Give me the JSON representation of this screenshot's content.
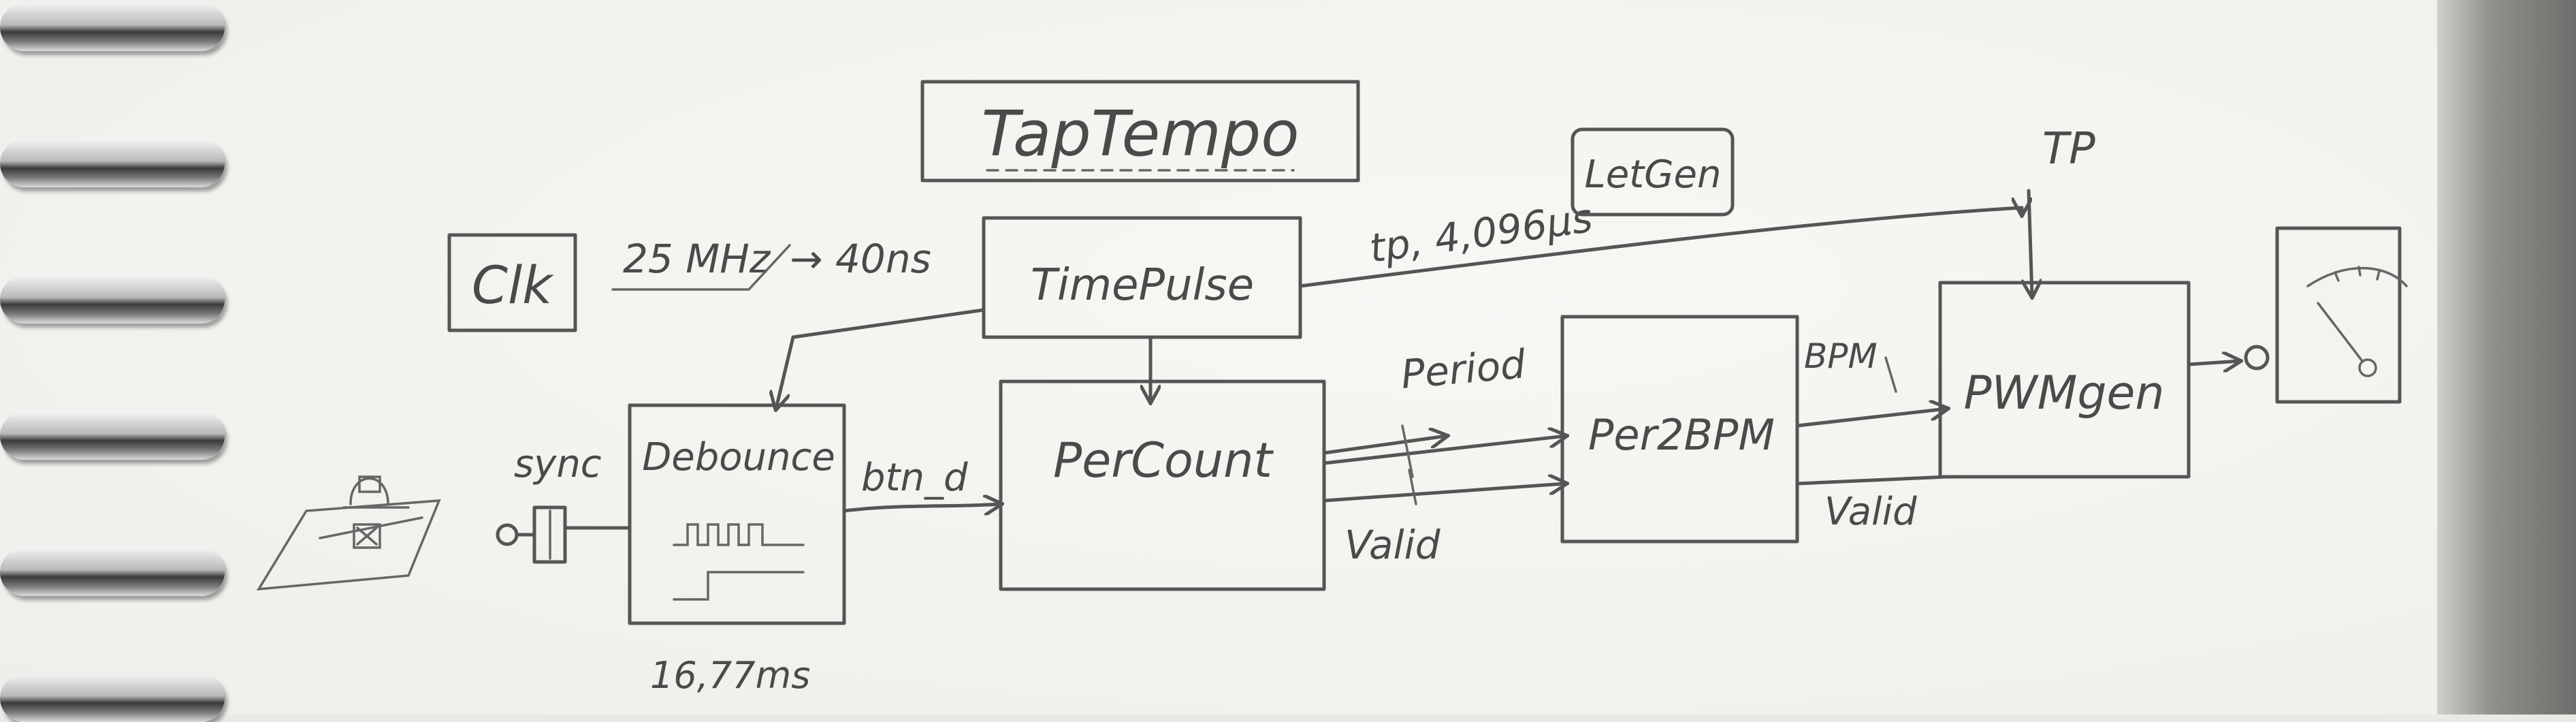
{
  "title": "TapTempo",
  "blocks": {
    "clk": "Clk",
    "timepulse": "TimePulse",
    "letgen": "LetGen",
    "debounce": "Debounce",
    "percount": "PerCount",
    "per2bpm": "Per2BPM",
    "pwmgen": "PWMgen"
  },
  "labels": {
    "freq": "25 MHz",
    "arrow_period": "→ 40ns",
    "tp_period": "tp, 4,096µs",
    "tp": "TP",
    "sync": "sync",
    "btn_d": "btn_d",
    "period": "Period",
    "valid_1": "Valid",
    "bpm": "BPM",
    "valid_2": "Valid",
    "debounce_time": "16,77ms"
  }
}
